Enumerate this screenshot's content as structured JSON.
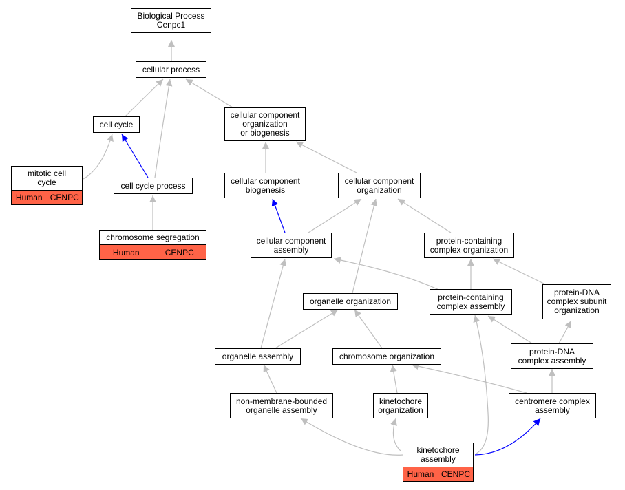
{
  "colors": {
    "edge_gray": "#bfbfbf",
    "edge_blue": "#0000ff",
    "annotation_fill": "#ff6347"
  },
  "nodes": {
    "bp": "Biological Process\nCenpc1",
    "cellular_process": "cellular process",
    "cell_cycle": "cell cycle",
    "ccob": "cellular component\norganization\nor biogenesis",
    "mitotic": "mitotic cell\ncycle",
    "ccp": "cell cycle process",
    "ccbio": "cellular component\nbiogenesis",
    "ccorg": "cellular component\norganization",
    "chromseg": "chromosome segregation",
    "ccassembly": "cellular component\nassembly",
    "pcco": "protein-containing\ncomplex organization",
    "orgorg": "organelle organization",
    "pcca": "protein-containing\ncomplex assembly",
    "pdna_sub": "protein-DNA\ncomplex subunit\norganization",
    "orgassembly": "organelle assembly",
    "chromorg": "chromosome organization",
    "pdna_assembly": "protein-DNA\ncomplex assembly",
    "nmb": "non-membrane-bounded\norganelle assembly",
    "kinorg": "kinetochore\norganization",
    "centromere": "centromere complex\nassembly",
    "kinassembly": "kinetochore\nassembly"
  },
  "annotations": {
    "mitotic": [
      "Human",
      "CENPC"
    ],
    "chromseg": [
      "Human",
      "CENPC"
    ],
    "kinassembly": [
      "Human",
      "CENPC"
    ]
  }
}
